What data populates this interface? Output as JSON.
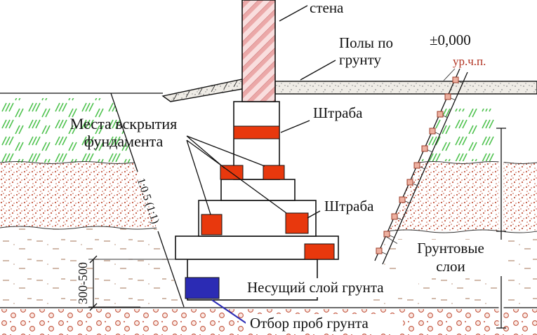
{
  "diagram": {
    "labels": {
      "wall": "стена",
      "floors_1": "Полы по",
      "floors_2": "грунту",
      "zero_level": "±0,000",
      "floor_mark": "ур.ч.п.",
      "shtraba_upper": "Штраба",
      "shtraba_lower": "Штраба",
      "openings_1": "Места вскрытия",
      "openings_2": "фундамента",
      "slope_ratio": "1:0.5 (1:1)",
      "depth_dim": "300-500",
      "soil_layers_1": "Грунтовые",
      "soil_layers_2": "слои",
      "bearing_layer": "Несущий слой грунта",
      "soil_sampling": "Отбор проб грунта"
    },
    "colors": {
      "shtraba_red": "#e8380d",
      "sample_blue": "#2b2bb4",
      "mark_red": "#b23322",
      "soil_green": "#4fc24f",
      "soil_dots": "#c2553f",
      "brick_stripe": "#eba8a8",
      "brick_bg": "#f9dede"
    }
  }
}
